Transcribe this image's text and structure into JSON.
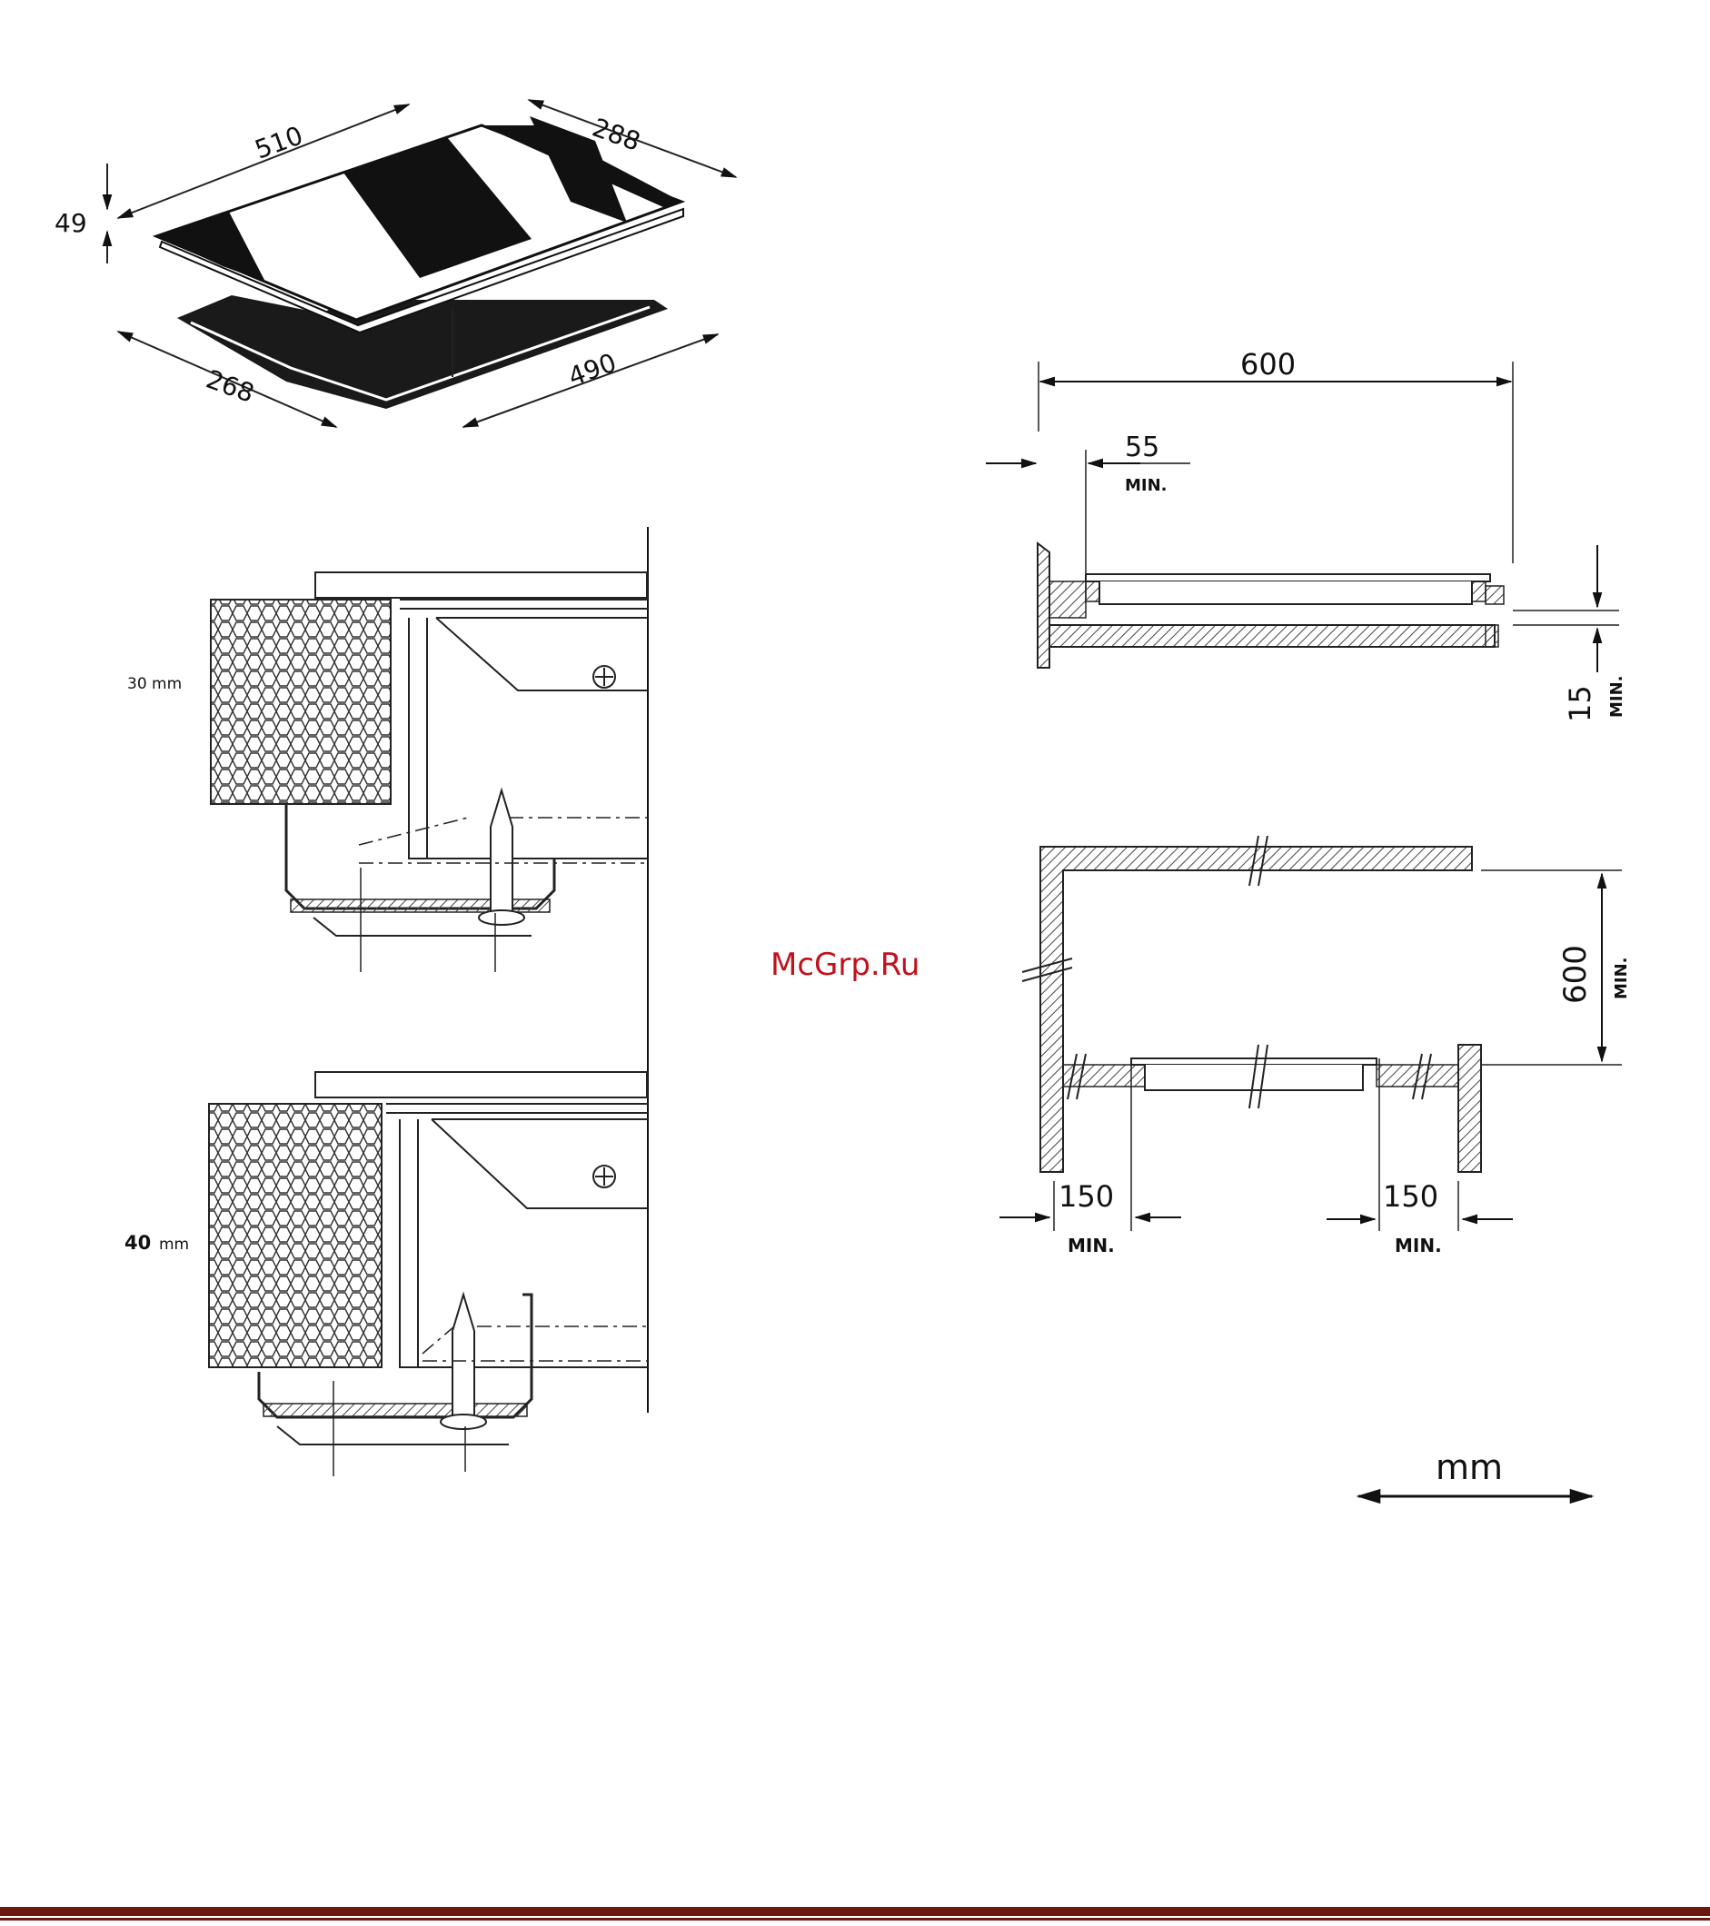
{
  "hob_dims": {
    "top_length": "510",
    "top_width": "288",
    "height": "49",
    "cutout_width": "268",
    "cutout_length": "490"
  },
  "worktop_sections": {
    "upper_label": "30 mm",
    "lower_label": "40",
    "lower_unit": "mm"
  },
  "side_view": {
    "width": "600",
    "offset": "55",
    "offset_note": "MIN.",
    "gap": "15",
    "gap_note": "MIN."
  },
  "clearance_view": {
    "height": "600",
    "height_note": "MIN.",
    "left_gap": "150",
    "left_note": "MIN.",
    "right_gap": "150",
    "right_note": "MIN."
  },
  "units_label": "mm",
  "watermark": "McGrp.Ru",
  "colors": {
    "watermark": "#c0121e",
    "footer_rule": "#6b1a12"
  }
}
